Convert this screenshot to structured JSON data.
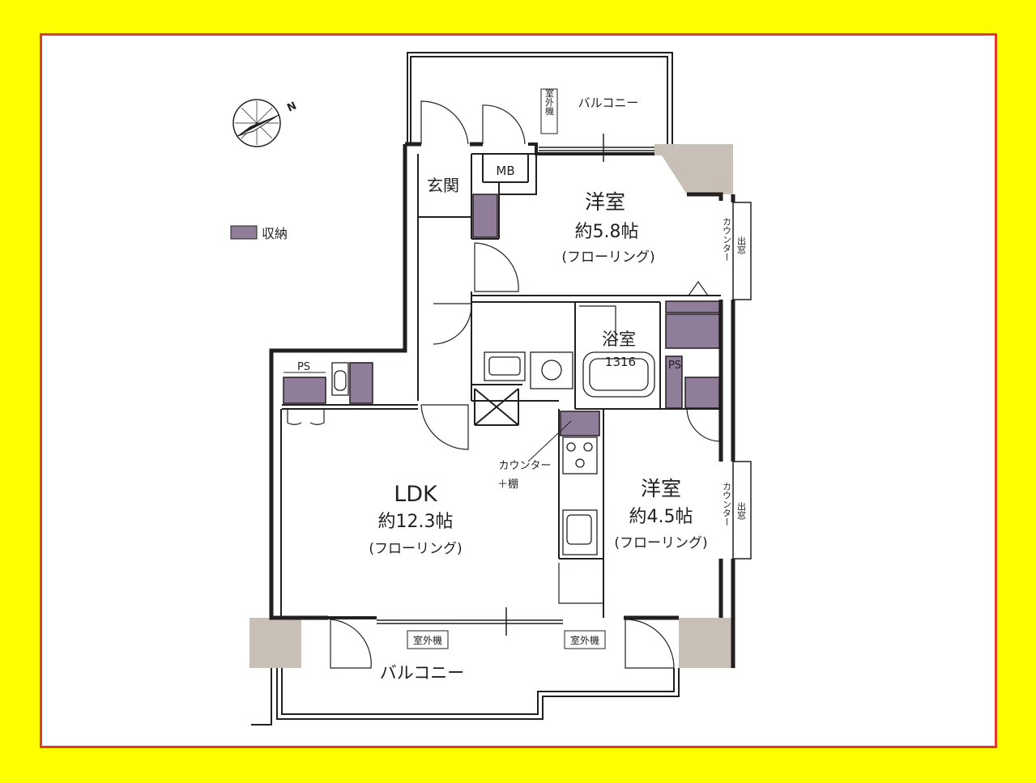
{
  "colors": {
    "background": "#ffff00",
    "frame_border": "#e23a2a",
    "storage": "#8f7d99",
    "wall": "#c8bfb6",
    "line": "#231f20"
  },
  "compass": {
    "north_label": "N",
    "icon": "compass-icon"
  },
  "legend": {
    "storage_label": "収納"
  },
  "rooms": {
    "western_room_1": {
      "name": "洋室",
      "size": "約5.8帖",
      "floor": "(フローリング)"
    },
    "western_room_2": {
      "name": "洋室",
      "size": "約4.5帖",
      "floor": "(フローリング)"
    },
    "ldk": {
      "name": "LDK",
      "size": "約12.3帖",
      "floor": "(フローリング)"
    },
    "bathroom": {
      "name": "浴室",
      "size": "1316"
    },
    "entrance": {
      "name": "玄関"
    }
  },
  "labels": {
    "mb": "MB",
    "ps": "PS",
    "balcony": "バルコニー",
    "outdoor_unit": "室外機",
    "bay_window_counter": "カウンター",
    "bay_window": "出窓",
    "counter_line1": "カウンター",
    "counter_line2": "＋棚"
  }
}
